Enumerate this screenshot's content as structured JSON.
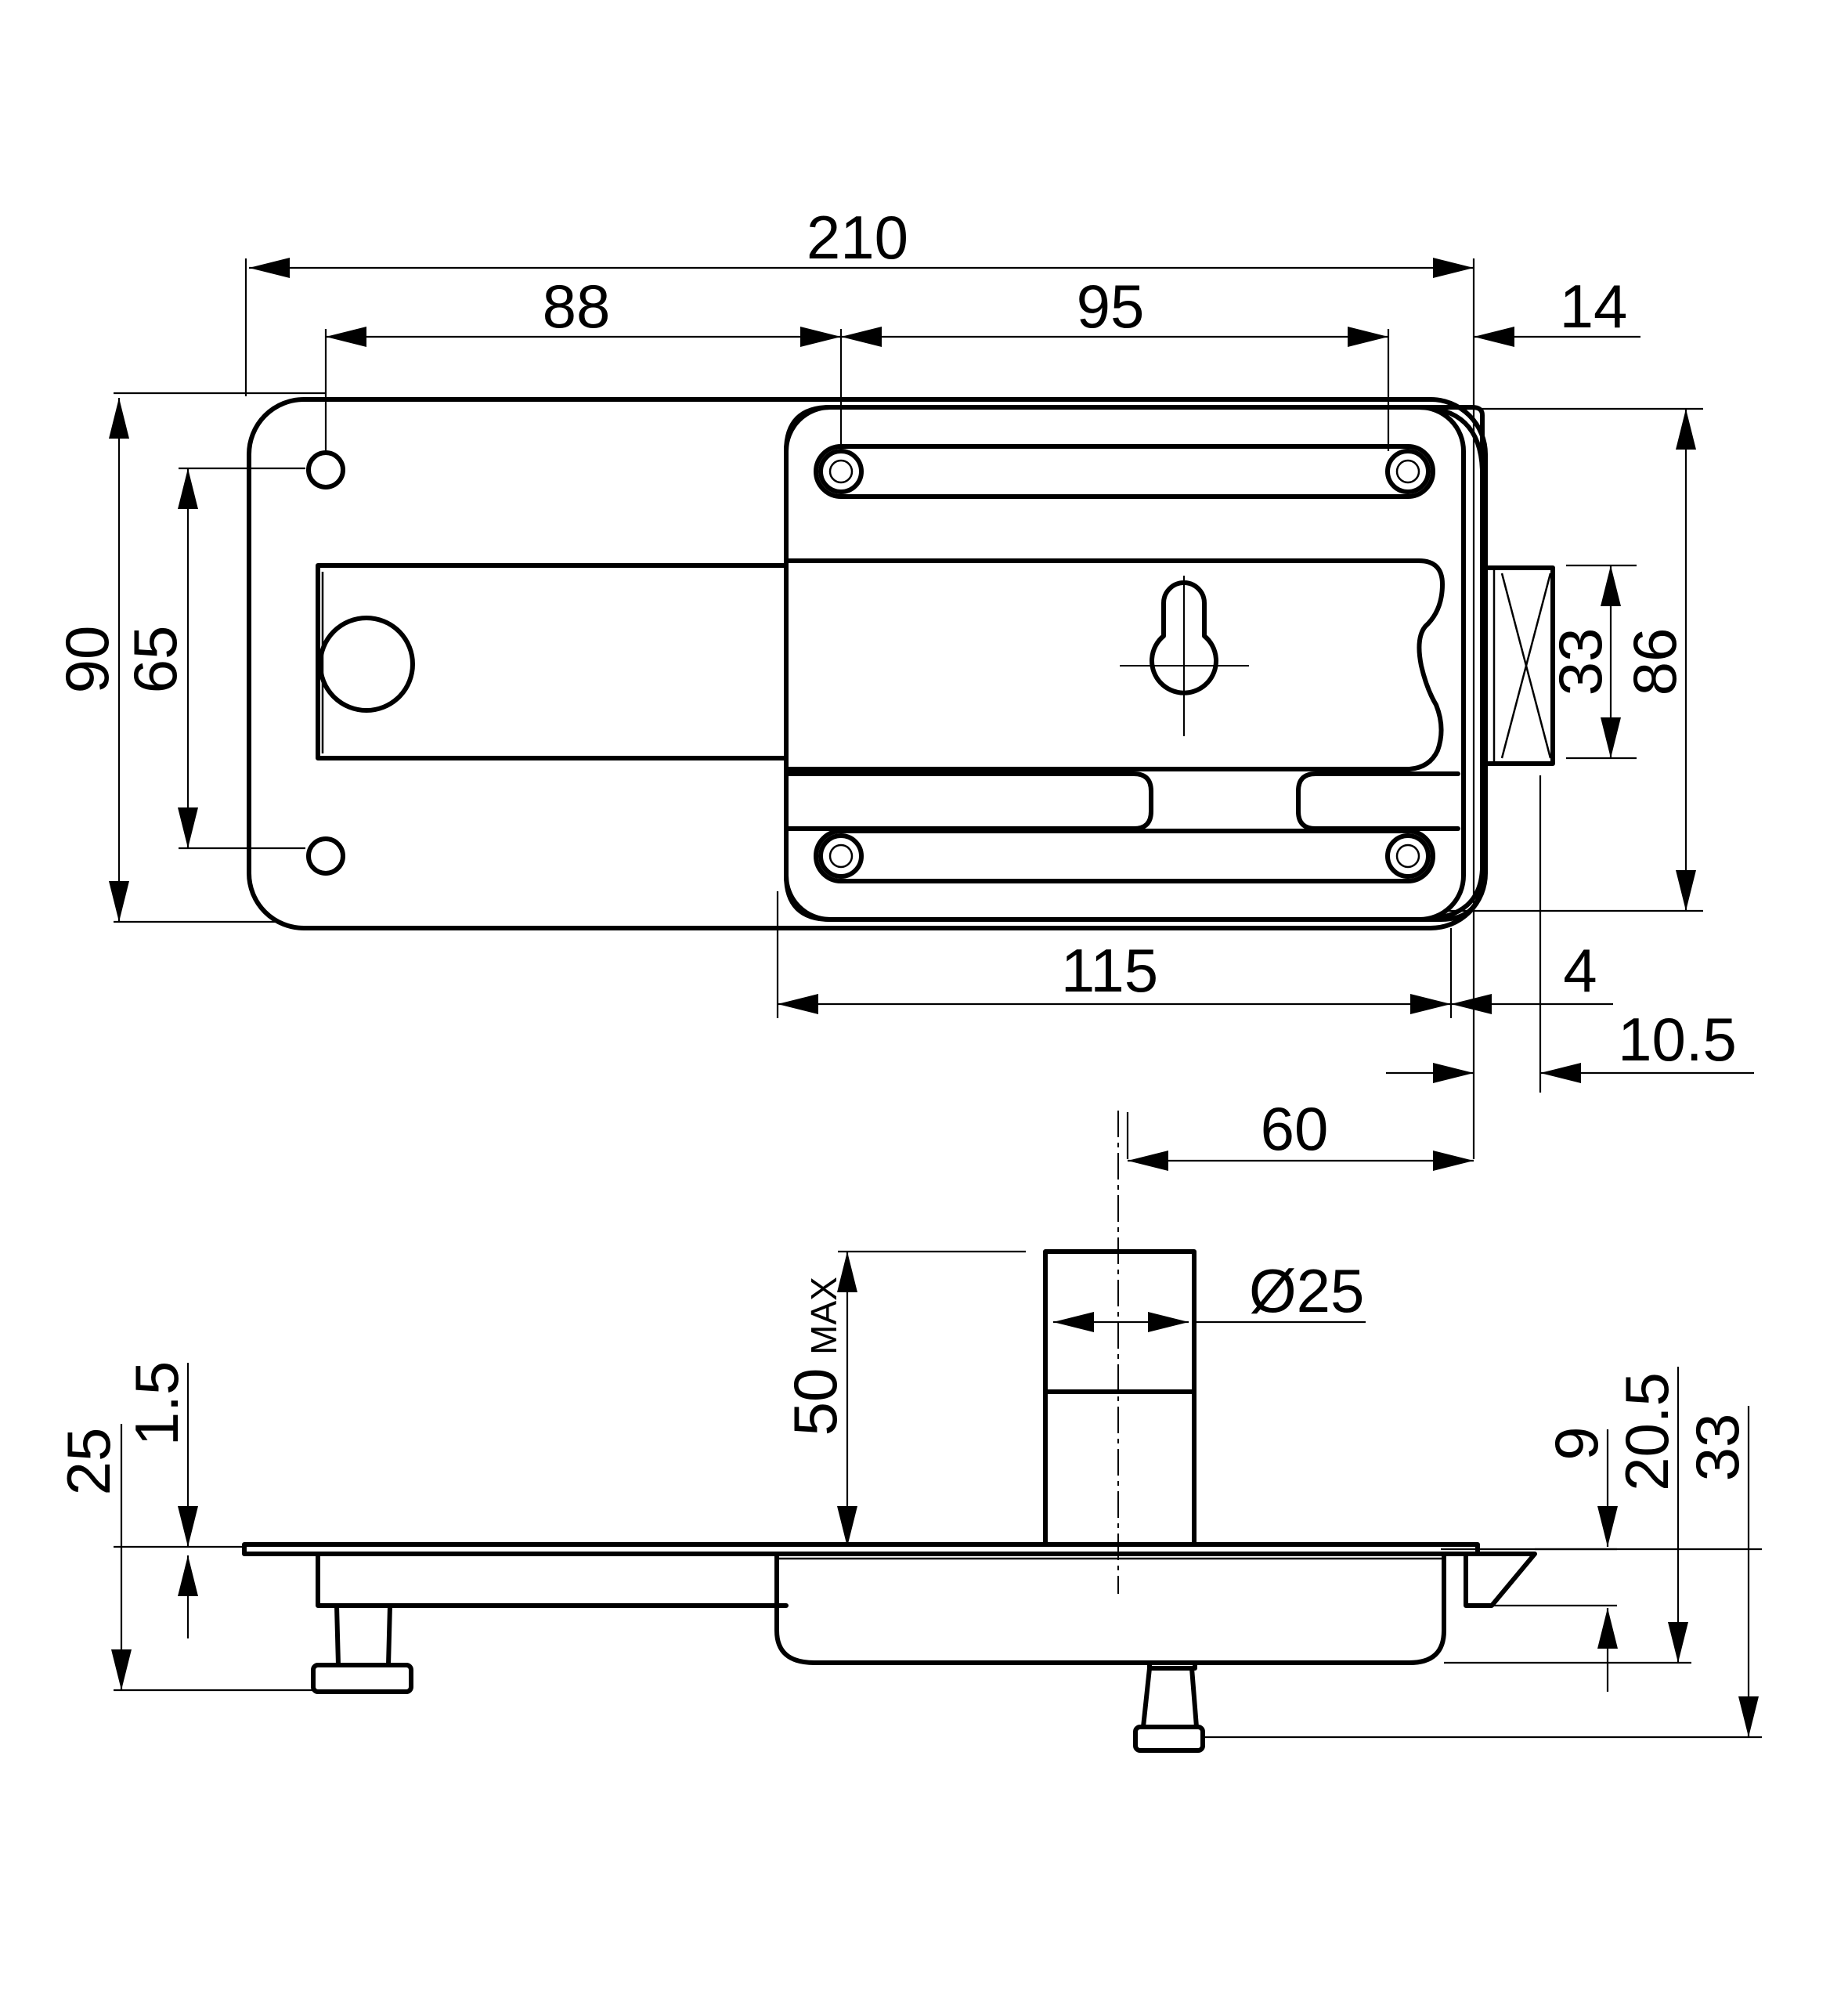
{
  "dimensions": {
    "overall_width": "210",
    "hole_spacing_left": "88",
    "hole_spacing_right": "95",
    "bolt_offset": "14",
    "height_overall": "90",
    "hole_spacing_vertical": "65",
    "bolt_height": "33",
    "case_height": "86",
    "case_width": "115",
    "gap_4": "4",
    "bolt_projection": "10.5",
    "backset": "60",
    "cylinder_diameter": "Ø25",
    "cylinder_length": "50",
    "cylinder_length_suffix": "MAX",
    "depth_25": "25",
    "plate_thickness": "1.5",
    "depth_9": "9",
    "depth_20_5": "20.5",
    "depth_33": "33"
  },
  "colors": {
    "line": "#000000",
    "background": "#ffffff"
  }
}
